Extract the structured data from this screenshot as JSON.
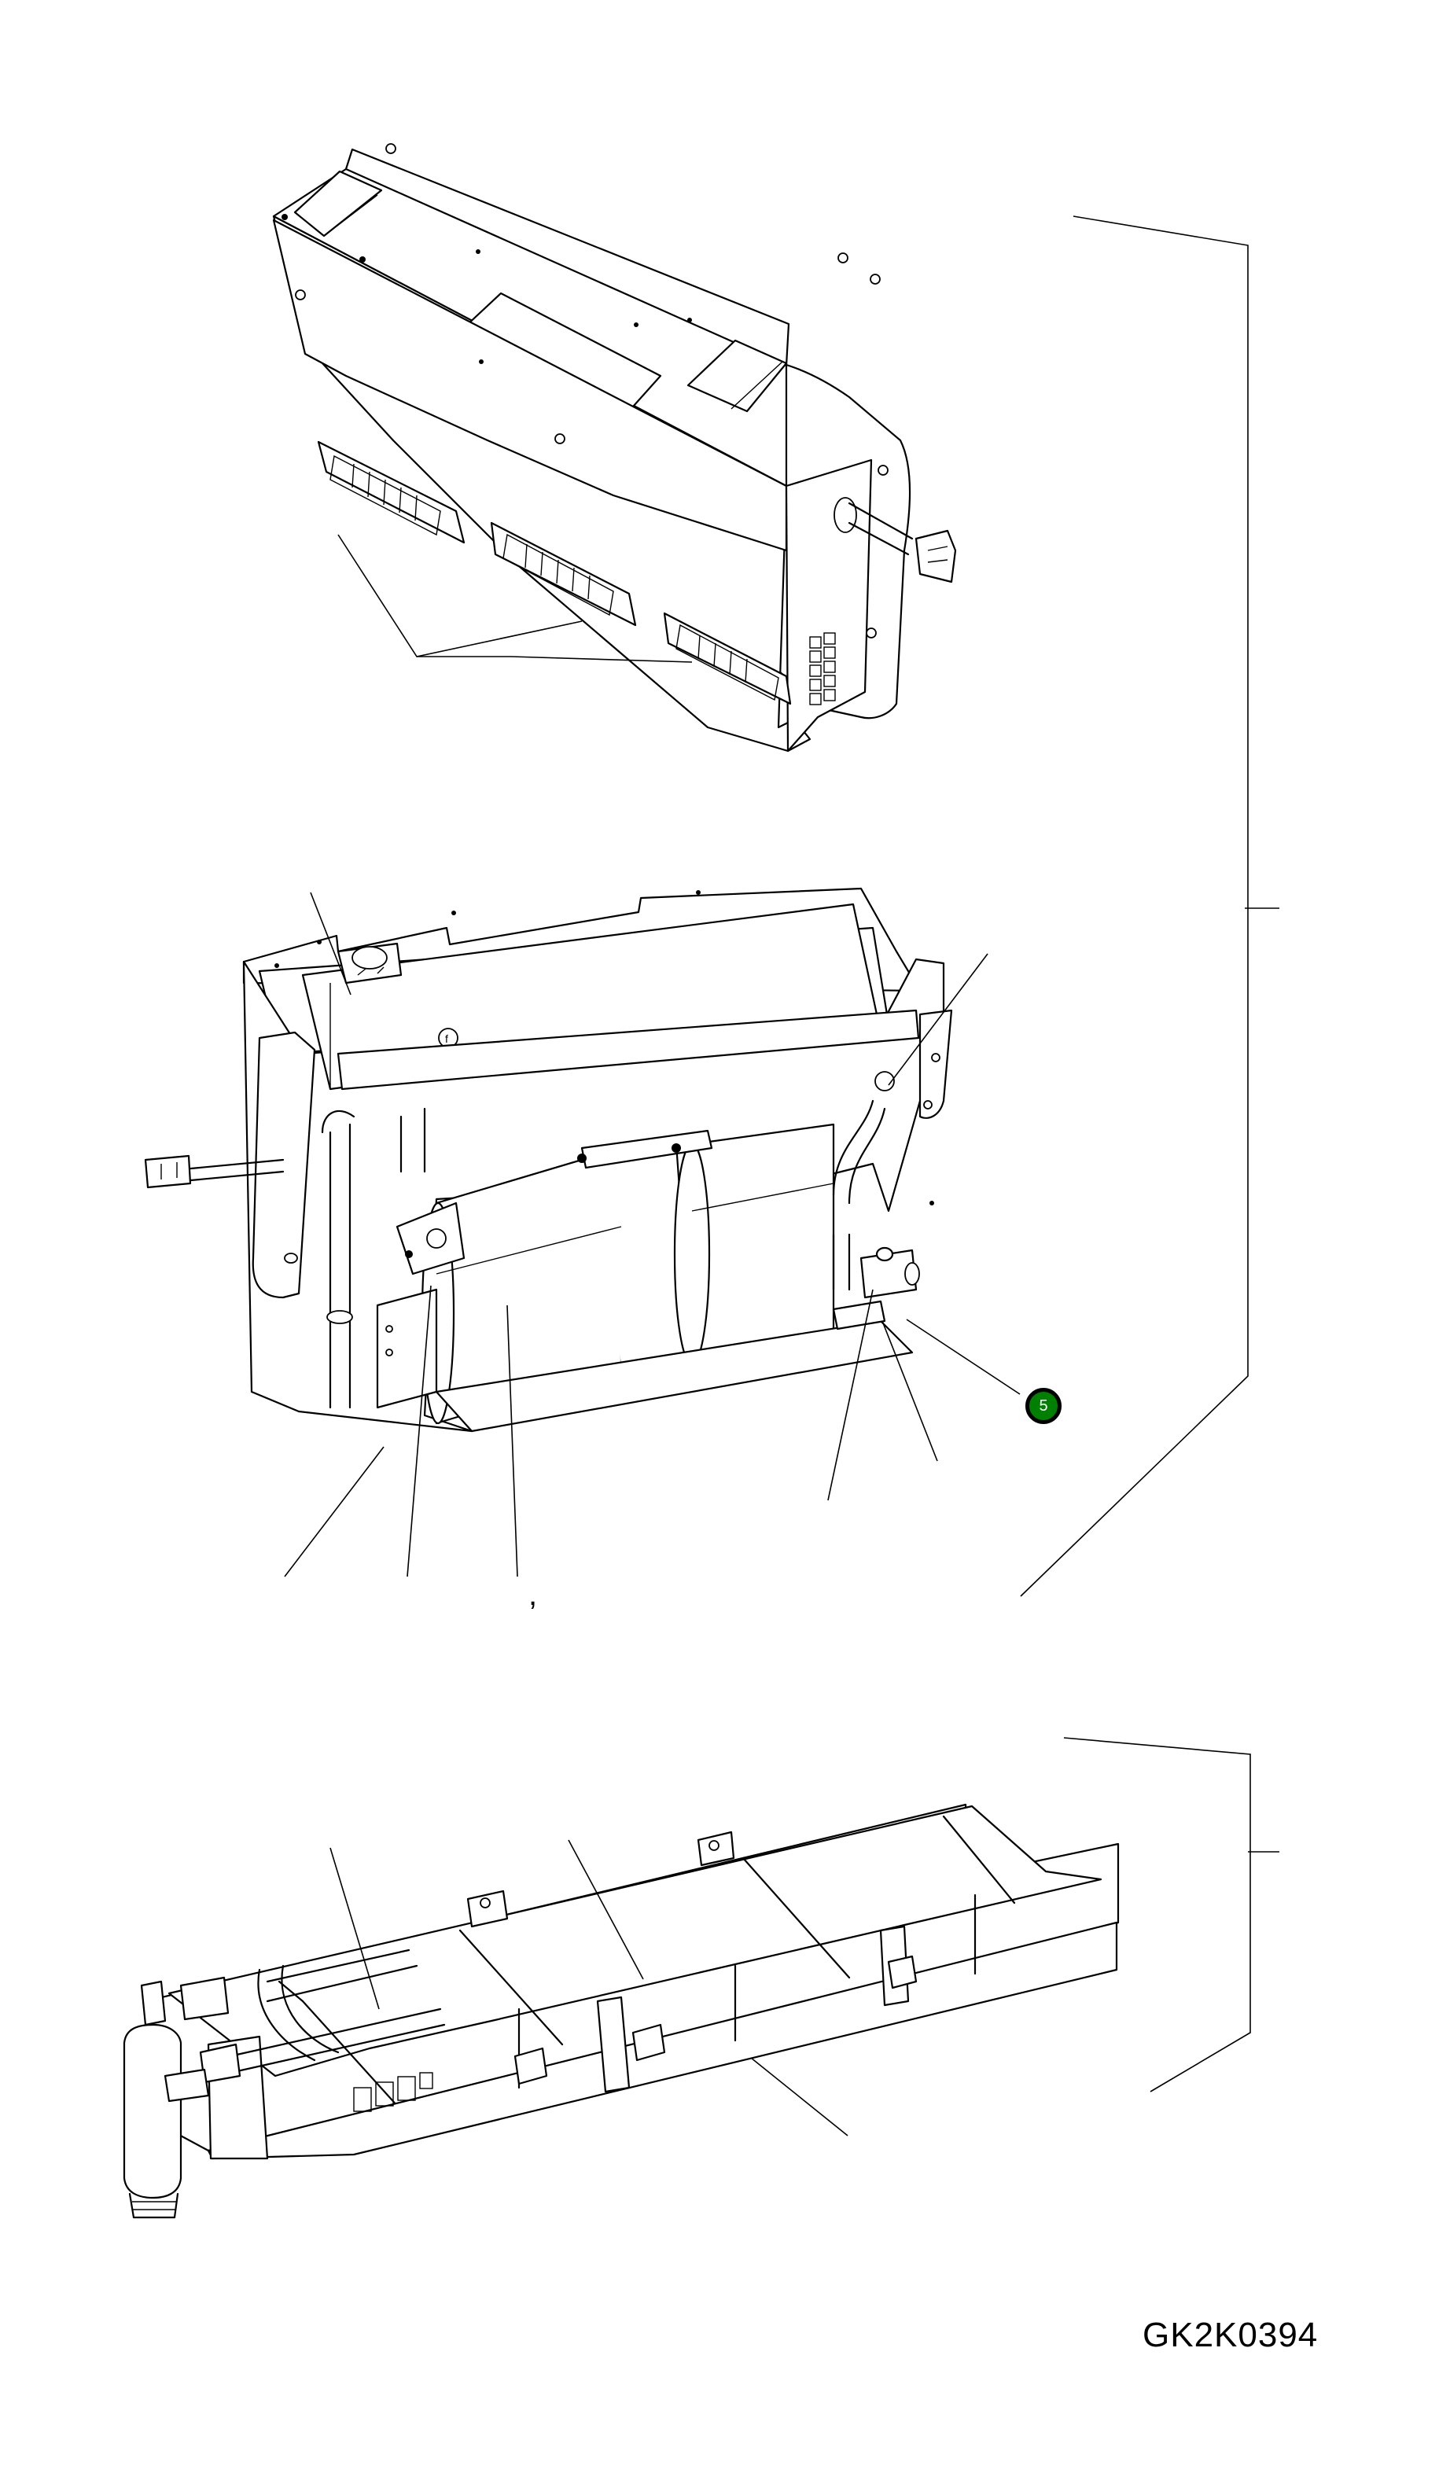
{
  "diagram": {
    "type": "exploded parts illustration",
    "subject": "HVAC evaporator / blower unit assembly",
    "views": [
      {
        "id": "housing",
        "label": "Housing assembly with three air outlet vents"
      },
      {
        "id": "blower",
        "label": "Blower assembly with twin centrifugal fans"
      },
      {
        "id": "evaporator",
        "label": "Evaporator core with receiver-drier"
      }
    ]
  },
  "callouts": [
    {
      "number": "5",
      "color": "#008000",
      "text_color": "#ffffff"
    }
  ],
  "marks": {
    "stray_comma": ","
  },
  "figure_id": "GK2K0394"
}
